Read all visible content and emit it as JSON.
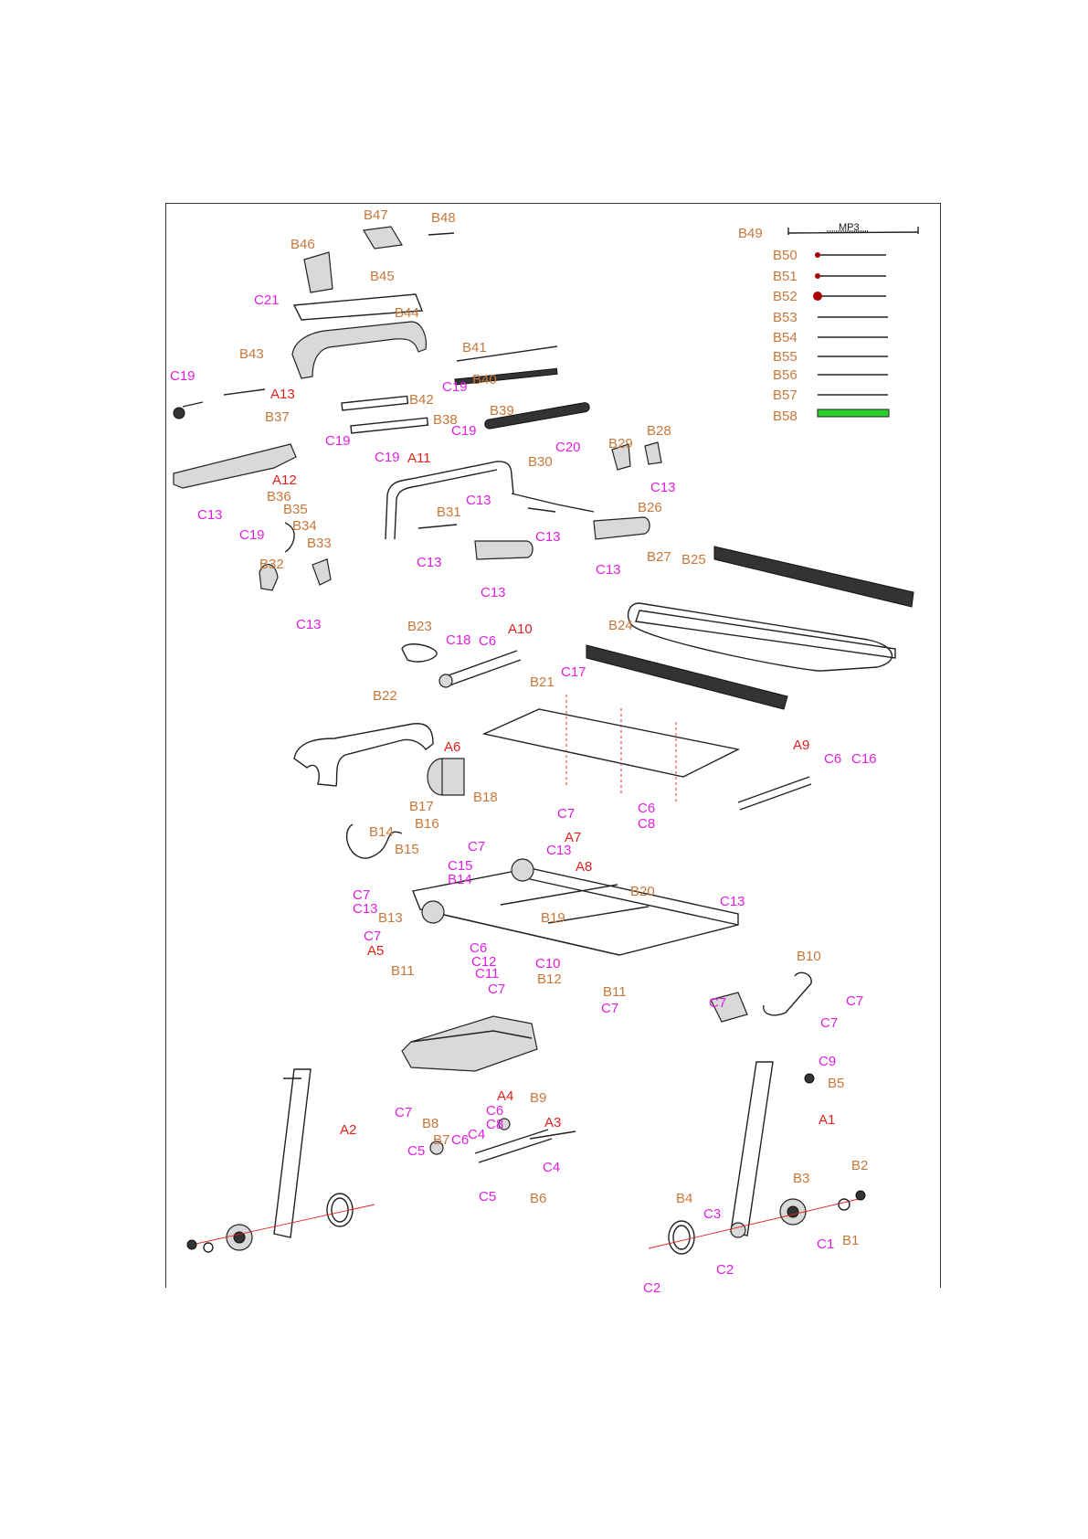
{
  "labels": [
    {
      "id": "B47",
      "text": "B47",
      "group": "b"
    },
    {
      "id": "B48",
      "text": "B48",
      "group": "b"
    },
    {
      "id": "B46",
      "text": "B46",
      "group": "b"
    },
    {
      "id": "B49",
      "text": "B49",
      "group": "b"
    },
    {
      "id": "MP3",
      "text": "MP3",
      "group": "mp3"
    },
    {
      "id": "B50",
      "text": "B50",
      "group": "b"
    },
    {
      "id": "B51",
      "text": "B51",
      "group": "b"
    },
    {
      "id": "B52",
      "text": "B52",
      "group": "b"
    },
    {
      "id": "B53",
      "text": "B53",
      "group": "b"
    },
    {
      "id": "B54",
      "text": "B54",
      "group": "b"
    },
    {
      "id": "B55",
      "text": "B55",
      "group": "b"
    },
    {
      "id": "B56",
      "text": "B56",
      "group": "b"
    },
    {
      "id": "B57",
      "text": "B57",
      "group": "b"
    },
    {
      "id": "B58",
      "text": "B58",
      "group": "b"
    },
    {
      "id": "C21",
      "text": "C21",
      "group": "c"
    },
    {
      "id": "B45",
      "text": "B45",
      "group": "b"
    },
    {
      "id": "B44",
      "text": "B44",
      "group": "b"
    },
    {
      "id": "B43",
      "text": "B43",
      "group": "b"
    },
    {
      "id": "B41",
      "text": "B41",
      "group": "b"
    },
    {
      "id": "C19a",
      "text": "C19",
      "group": "c"
    },
    {
      "id": "C19b",
      "text": "C19",
      "group": "c"
    },
    {
      "id": "B40",
      "text": "B40",
      "group": "b"
    },
    {
      "id": "A13",
      "text": "A13",
      "group": "a"
    },
    {
      "id": "B42",
      "text": "B42",
      "group": "b"
    },
    {
      "id": "B39",
      "text": "B39",
      "group": "b"
    },
    {
      "id": "B37",
      "text": "B37",
      "group": "b"
    },
    {
      "id": "C19c",
      "text": "C19",
      "group": "c"
    },
    {
      "id": "B38",
      "text": "B38",
      "group": "b"
    },
    {
      "id": "C19d",
      "text": "C19",
      "group": "c"
    },
    {
      "id": "C19e",
      "text": "C19",
      "group": "c"
    },
    {
      "id": "C20",
      "text": "C20",
      "group": "c"
    },
    {
      "id": "B29",
      "text": "B29",
      "group": "b"
    },
    {
      "id": "B28",
      "text": "B28",
      "group": "b"
    },
    {
      "id": "A11",
      "text": "A11",
      "group": "a"
    },
    {
      "id": "B30",
      "text": "B30",
      "group": "b"
    },
    {
      "id": "C13a",
      "text": "C13",
      "group": "c"
    },
    {
      "id": "A12",
      "text": "A12",
      "group": "a"
    },
    {
      "id": "C13b",
      "text": "C13",
      "group": "c"
    },
    {
      "id": "B36",
      "text": "B36",
      "group": "b"
    },
    {
      "id": "C13c",
      "text": "C13",
      "group": "c"
    },
    {
      "id": "B35",
      "text": "B35",
      "group": "b"
    },
    {
      "id": "B31",
      "text": "B31",
      "group": "b"
    },
    {
      "id": "B26",
      "text": "B26",
      "group": "b"
    },
    {
      "id": "C19f",
      "text": "C19",
      "group": "c"
    },
    {
      "id": "B34",
      "text": "B34",
      "group": "b"
    },
    {
      "id": "C13d",
      "text": "C13",
      "group": "c"
    },
    {
      "id": "B33",
      "text": "B33",
      "group": "b"
    },
    {
      "id": "C13e",
      "text": "C13",
      "group": "c"
    },
    {
      "id": "C13f",
      "text": "C13",
      "group": "c"
    },
    {
      "id": "B27",
      "text": "B27",
      "group": "b"
    },
    {
      "id": "B25",
      "text": "B25",
      "group": "b"
    },
    {
      "id": "B32",
      "text": "B32",
      "group": "b"
    },
    {
      "id": "C13g",
      "text": "C13",
      "group": "c"
    },
    {
      "id": "C13h",
      "text": "C13",
      "group": "c"
    },
    {
      "id": "B23",
      "text": "B23",
      "group": "b"
    },
    {
      "id": "C18",
      "text": "C18",
      "group": "c"
    },
    {
      "id": "C6a",
      "text": "C6",
      "group": "c"
    },
    {
      "id": "A10",
      "text": "A10",
      "group": "a"
    },
    {
      "id": "B24",
      "text": "B24",
      "group": "b"
    },
    {
      "id": "C17",
      "text": "C17",
      "group": "c"
    },
    {
      "id": "B21",
      "text": "B21",
      "group": "b"
    },
    {
      "id": "B22",
      "text": "B22",
      "group": "b"
    },
    {
      "id": "A9",
      "text": "A9",
      "group": "a"
    },
    {
      "id": "A6",
      "text": "A6",
      "group": "a"
    },
    {
      "id": "C6b",
      "text": "C6",
      "group": "c"
    },
    {
      "id": "C16",
      "text": "C16",
      "group": "c"
    },
    {
      "id": "B18",
      "text": "B18",
      "group": "b"
    },
    {
      "id": "B17",
      "text": "B17",
      "group": "b"
    },
    {
      "id": "C6c",
      "text": "C6",
      "group": "c"
    },
    {
      "id": "C8a",
      "text": "C8",
      "group": "c"
    },
    {
      "id": "C7a",
      "text": "C7",
      "group": "c"
    },
    {
      "id": "B16",
      "text": "B16",
      "group": "b"
    },
    {
      "id": "B14",
      "text": "B14",
      "group": "b"
    },
    {
      "id": "A7",
      "text": "A7",
      "group": "a"
    },
    {
      "id": "C7b",
      "text": "C7",
      "group": "c"
    },
    {
      "id": "B15",
      "text": "B15",
      "group": "b"
    },
    {
      "id": "C13i",
      "text": "C13",
      "group": "c"
    },
    {
      "id": "C15",
      "text": "C15",
      "group": "c"
    },
    {
      "id": "A8",
      "text": "A8",
      "group": "a"
    },
    {
      "id": "B14b",
      "text": "B14",
      "group": "c"
    },
    {
      "id": "C7c",
      "text": "C7",
      "group": "c"
    },
    {
      "id": "B20",
      "text": "B20",
      "group": "b"
    },
    {
      "id": "C13j",
      "text": "C13",
      "group": "c"
    },
    {
      "id": "C13k",
      "text": "C13",
      "group": "c"
    },
    {
      "id": "B13",
      "text": "B13",
      "group": "b"
    },
    {
      "id": "B19",
      "text": "B19",
      "group": "b"
    },
    {
      "id": "C7d",
      "text": "C7",
      "group": "c"
    },
    {
      "id": "C6d",
      "text": "C6",
      "group": "c"
    },
    {
      "id": "A5",
      "text": "A5",
      "group": "a"
    },
    {
      "id": "C12",
      "text": "C12",
      "group": "c"
    },
    {
      "id": "B10",
      "text": "B10",
      "group": "b"
    },
    {
      "id": "C10",
      "text": "C10",
      "group": "c"
    },
    {
      "id": "B11a",
      "text": "B11",
      "group": "b"
    },
    {
      "id": "C11",
      "text": "C11",
      "group": "c"
    },
    {
      "id": "B12",
      "text": "B12",
      "group": "b"
    },
    {
      "id": "C7e",
      "text": "C7",
      "group": "c"
    },
    {
      "id": "B11b",
      "text": "B11",
      "group": "b"
    },
    {
      "id": "C7f",
      "text": "C7",
      "group": "c"
    },
    {
      "id": "C7g",
      "text": "C7",
      "group": "c"
    },
    {
      "id": "C7h",
      "text": "C7",
      "group": "c"
    },
    {
      "id": "C7i",
      "text": "C7",
      "group": "c"
    },
    {
      "id": "C9",
      "text": "C9",
      "group": "c"
    },
    {
      "id": "B5",
      "text": "B5",
      "group": "b"
    },
    {
      "id": "A4",
      "text": "A4",
      "group": "a"
    },
    {
      "id": "B9",
      "text": "B9",
      "group": "b"
    },
    {
      "id": "C7j",
      "text": "C7",
      "group": "c"
    },
    {
      "id": "C6e",
      "text": "C6",
      "group": "c"
    },
    {
      "id": "A1",
      "text": "A1",
      "group": "a"
    },
    {
      "id": "A2",
      "text": "A2",
      "group": "a"
    },
    {
      "id": "B8",
      "text": "B8",
      "group": "b"
    },
    {
      "id": "C8b",
      "text": "C8",
      "group": "c"
    },
    {
      "id": "A3",
      "text": "A3",
      "group": "a"
    },
    {
      "id": "B7",
      "text": "B7",
      "group": "b"
    },
    {
      "id": "C6f",
      "text": "C6",
      "group": "c"
    },
    {
      "id": "C4a",
      "text": "C4",
      "group": "c"
    },
    {
      "id": "C5a",
      "text": "C5",
      "group": "c"
    },
    {
      "id": "C4b",
      "text": "C4",
      "group": "c"
    },
    {
      "id": "B2",
      "text": "B2",
      "group": "b"
    },
    {
      "id": "B3",
      "text": "B3",
      "group": "b"
    },
    {
      "id": "C5b",
      "text": "C5",
      "group": "c"
    },
    {
      "id": "B6",
      "text": "B6",
      "group": "b"
    },
    {
      "id": "B4",
      "text": "B4",
      "group": "b"
    },
    {
      "id": "C3",
      "text": "C3",
      "group": "c"
    },
    {
      "id": "C1",
      "text": "C1",
      "group": "c"
    },
    {
      "id": "B1",
      "text": "B1",
      "group": "b"
    },
    {
      "id": "C2a",
      "text": "C2",
      "group": "c"
    },
    {
      "id": "C2b",
      "text": "C2",
      "group": "c"
    }
  ],
  "colors": {
    "label_a": "#e0201c",
    "label_b": "#c7773a",
    "label_c": "#e020e0",
    "cable_green": "#2ad12a",
    "line": "#222222"
  }
}
